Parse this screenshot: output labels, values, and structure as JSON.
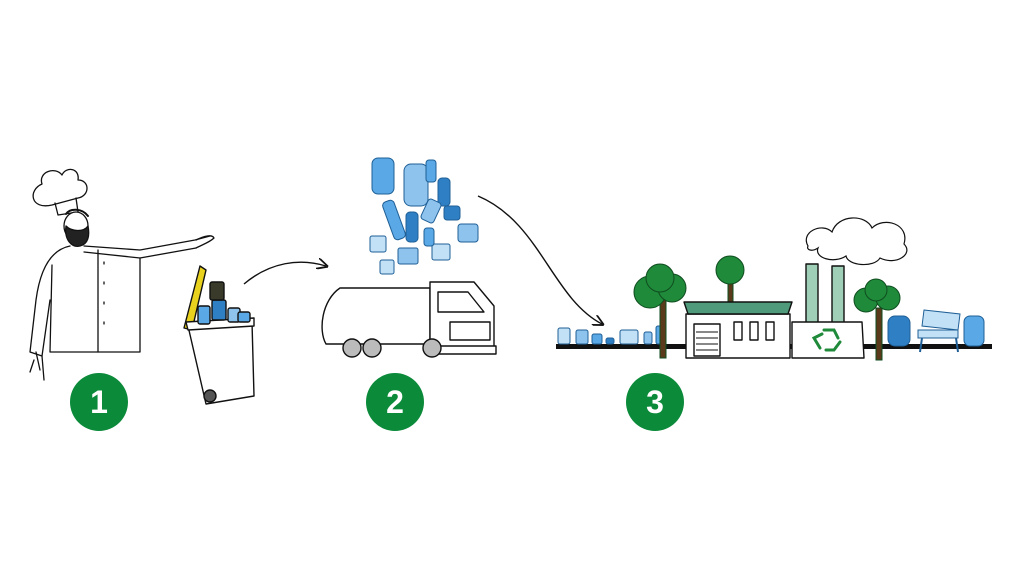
{
  "steps": [
    {
      "number": "1",
      "icon": "chef-disposing-plastic-in-bin"
    },
    {
      "number": "2",
      "icon": "plastic-collected-by-truck"
    },
    {
      "number": "3",
      "icon": "recycling-plant-producing-new-products"
    }
  ],
  "colors": {
    "badge": "#0b8a3a",
    "plastic": "#5aa9e6",
    "plastic_dark": "#2f7fc4",
    "tree": "#1f8a3a",
    "bin_lid": "#e8d21d",
    "ground": "#111111",
    "roof": "#4f9a7a"
  }
}
